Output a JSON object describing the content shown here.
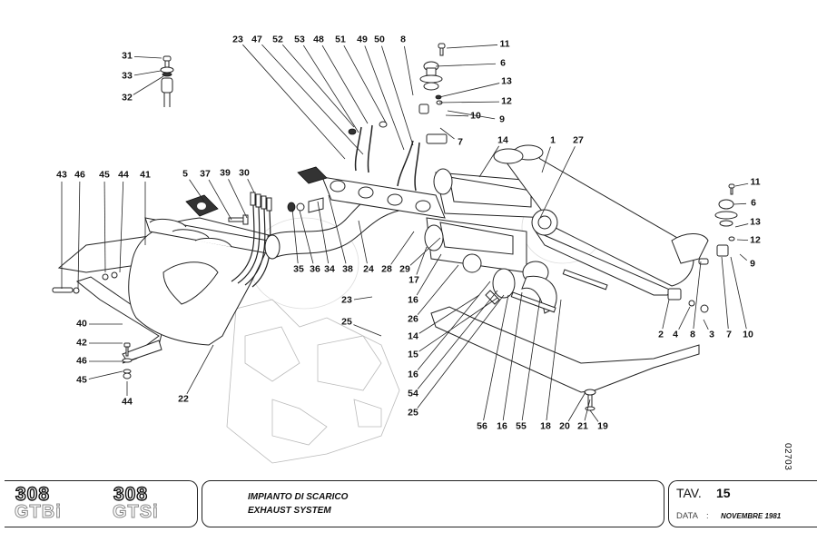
{
  "sheet": {
    "drawing_number": "02703",
    "models": [
      {
        "number": "308",
        "variant": "GTBi"
      },
      {
        "number": "308",
        "variant": "GTSi"
      }
    ],
    "title_it": "IMPIANTO DI SCARICO",
    "title_en": "EXHAUST SYSTEM",
    "tav_label": "TAV.",
    "tav_value": "15",
    "date_label": "DATA",
    "date_separator": ":",
    "date_value": "NOVEMBRE 1981"
  },
  "callouts": [
    {
      "label": "31"
    },
    {
      "label": "33"
    },
    {
      "label": "32"
    },
    {
      "label": "23"
    },
    {
      "label": "47"
    },
    {
      "label": "52"
    },
    {
      "label": "53"
    },
    {
      "label": "48"
    },
    {
      "label": "51"
    },
    {
      "label": "49"
    },
    {
      "label": "50"
    },
    {
      "label": "8"
    },
    {
      "label": "11"
    },
    {
      "label": "6"
    },
    {
      "label": "13"
    },
    {
      "label": "12"
    },
    {
      "label": "9"
    },
    {
      "label": "10"
    },
    {
      "label": "7"
    },
    {
      "label": "14"
    },
    {
      "label": "1"
    },
    {
      "label": "27"
    },
    {
      "label": "11"
    },
    {
      "label": "6"
    },
    {
      "label": "13"
    },
    {
      "label": "12"
    },
    {
      "label": "9"
    },
    {
      "label": "2"
    },
    {
      "label": "4"
    },
    {
      "label": "8"
    },
    {
      "label": "3"
    },
    {
      "label": "7"
    },
    {
      "label": "10"
    },
    {
      "label": "43"
    },
    {
      "label": "46"
    },
    {
      "label": "45"
    },
    {
      "label": "44"
    },
    {
      "label": "41"
    },
    {
      "label": "5"
    },
    {
      "label": "37"
    },
    {
      "label": "39"
    },
    {
      "label": "30"
    },
    {
      "label": "35"
    },
    {
      "label": "36"
    },
    {
      "label": "34"
    },
    {
      "label": "38"
    },
    {
      "label": "24"
    },
    {
      "label": "28"
    },
    {
      "label": "29"
    },
    {
      "label": "17"
    },
    {
      "label": "16"
    },
    {
      "label": "23"
    },
    {
      "label": "25"
    },
    {
      "label": "40"
    },
    {
      "label": "42"
    },
    {
      "label": "46"
    },
    {
      "label": "45"
    },
    {
      "label": "44"
    },
    {
      "label": "22"
    },
    {
      "label": "26"
    },
    {
      "label": "14"
    },
    {
      "label": "15"
    },
    {
      "label": "16"
    },
    {
      "label": "54"
    },
    {
      "label": "25"
    },
    {
      "label": "56"
    },
    {
      "label": "16"
    },
    {
      "label": "55"
    },
    {
      "label": "18"
    },
    {
      "label": "20"
    },
    {
      "label": "21"
    },
    {
      "label": "19"
    }
  ]
}
